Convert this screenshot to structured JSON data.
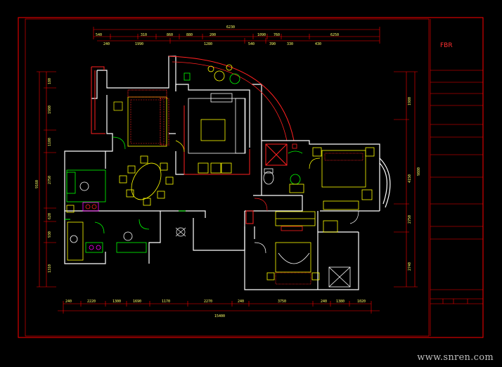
{
  "colors": {
    "background": "#000000",
    "frame": "#ff0000",
    "walls": "#ffffff",
    "furniture": "#ffff00",
    "accent_red": "#ff2020",
    "green": "#00ff00",
    "magenta": "#ff00ff",
    "cyan": "#00ffff"
  },
  "title_block": {
    "brand": "FBR",
    "company_line": "",
    "drawing_title": "",
    "fields": [
      "",
      "",
      "",
      "",
      "",
      "",
      "",
      "",
      "",
      ""
    ]
  },
  "dimensions": {
    "top_total": "6230",
    "top_segments": [
      "540",
      "310",
      "860",
      "880",
      "200",
      "1090",
      "760",
      "6250"
    ],
    "top_row2": [
      "240",
      "1990",
      "1280",
      "540",
      "390",
      "330",
      "430"
    ],
    "bottom_segments": [
      "240",
      "2220",
      "1300",
      "1690",
      "1170",
      "2270",
      "240",
      "3750",
      "240",
      "1380",
      "1020"
    ],
    "bottom_total": "15400",
    "left_total": "9160",
    "left_segments": [
      "180",
      "1980",
      "1100",
      "2750",
      "620",
      "930",
      "1310"
    ],
    "right_total": "9880",
    "right_segments": [
      "1980",
      "4150",
      "2750",
      "2740"
    ]
  },
  "watermark": "www.snren.com"
}
